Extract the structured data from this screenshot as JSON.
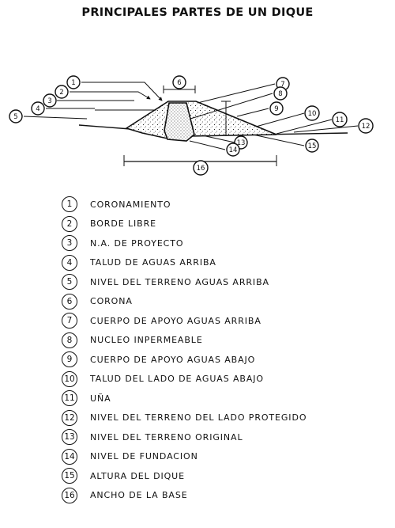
{
  "title": "PRINCIPALES PARTES DE UN DIQUE",
  "callout_numbers": [
    "1",
    "2",
    "3",
    "4",
    "5",
    "6",
    "7",
    "8",
    "9",
    "10",
    "11",
    "12",
    "13",
    "14",
    "15",
    "16"
  ],
  "legend": [
    {
      "num": "1",
      "label": "CORONAMIENTO"
    },
    {
      "num": "2",
      "label": "BORDE LIBRE"
    },
    {
      "num": "3",
      "label": "N.A. DE PROYECTO"
    },
    {
      "num": "4",
      "label": "TALUD DE AGUAS ARRIBA"
    },
    {
      "num": "5",
      "label": "NIVEL DEL TERRENO AGUAS ARRIBA"
    },
    {
      "num": "6",
      "label": "CORONA"
    },
    {
      "num": "7",
      "label": "CUERPO DE APOYO AGUAS ARRIBA"
    },
    {
      "num": "8",
      "label": "NUCLEO INPERMEABLE"
    },
    {
      "num": "9",
      "label": "CUERPO DE APOYO AGUAS ABAJO"
    },
    {
      "num": "10",
      "label": "TALUD DEL LADO DE AGUAS ABAJO"
    },
    {
      "num": "11",
      "label": "UÑA"
    },
    {
      "num": "12",
      "label": "NIVEL DEL TERRENO DEL LADO PROTEGIDO"
    },
    {
      "num": "13",
      "label": "NIVEL DEL TERRENO ORIGINAL"
    },
    {
      "num": "14",
      "label": "NIVEL DE FUNDACION"
    },
    {
      "num": "15",
      "label": "ALTURA DEL DIQUE"
    },
    {
      "num": "16",
      "label": "ANCHO DE LA BASE"
    }
  ]
}
